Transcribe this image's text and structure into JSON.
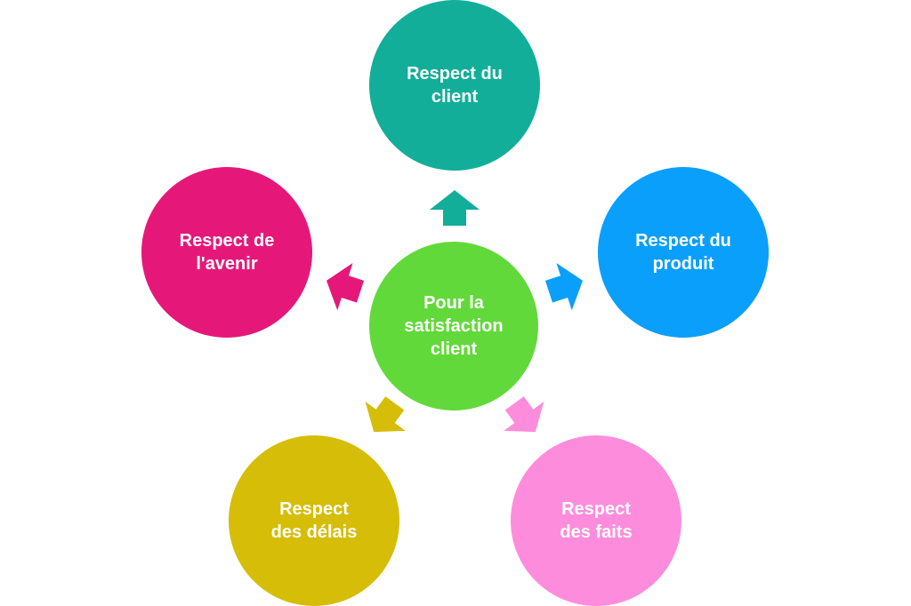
{
  "diagram": {
    "center": {
      "label_lines": [
        "Pour la",
        "satisfaction",
        "client"
      ],
      "color": "#62d93b"
    },
    "nodes": [
      {
        "id": "client",
        "label_lines": [
          "Respect du",
          "client"
        ],
        "color": "#12ae99"
      },
      {
        "id": "produit",
        "label_lines": [
          "Respect du",
          "produit"
        ],
        "color": "#0a9ffb"
      },
      {
        "id": "faits",
        "label_lines": [
          "Respect",
          "des faits"
        ],
        "color": "#fd8ddc"
      },
      {
        "id": "delais",
        "label_lines": [
          "Respect",
          "des délais"
        ],
        "color": "#d6bd07"
      },
      {
        "id": "avenir",
        "label_lines": [
          "Respect de",
          "l'avenir"
        ],
        "color": "#e5187a"
      }
    ]
  }
}
